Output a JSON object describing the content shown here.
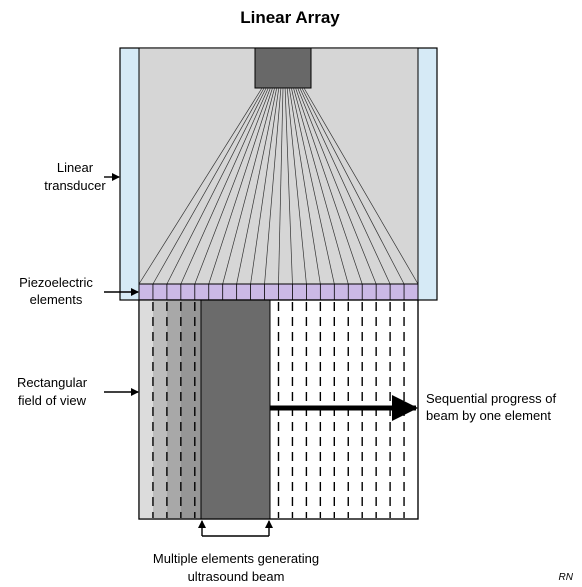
{
  "title": "Linear Array",
  "labels": {
    "transducer": [
      "Linear",
      "transducer"
    ],
    "piezo": [
      "Piezoelectric",
      "elements"
    ],
    "fov": [
      "Rectangular",
      "field of view"
    ],
    "progress": [
      "Sequential progress of",
      "beam by one element"
    ],
    "multiple": [
      "Multiple elements generating",
      "ultrasound beam"
    ]
  },
  "signature": "RN",
  "colors": {
    "housing": "#d6d6d6",
    "side_strip": "#d6eaf6",
    "piezo": "#cbb9e6",
    "crystal": "#686868",
    "active_beam": "#6b6b6b",
    "fade_1": "#bdbdbd",
    "fade_2": "#a8a8a8",
    "fade_3": "#969696",
    "ink": "#000000"
  },
  "diagram": {
    "element_count": 20,
    "active_element_count": 5,
    "faded_element_count": 4
  }
}
